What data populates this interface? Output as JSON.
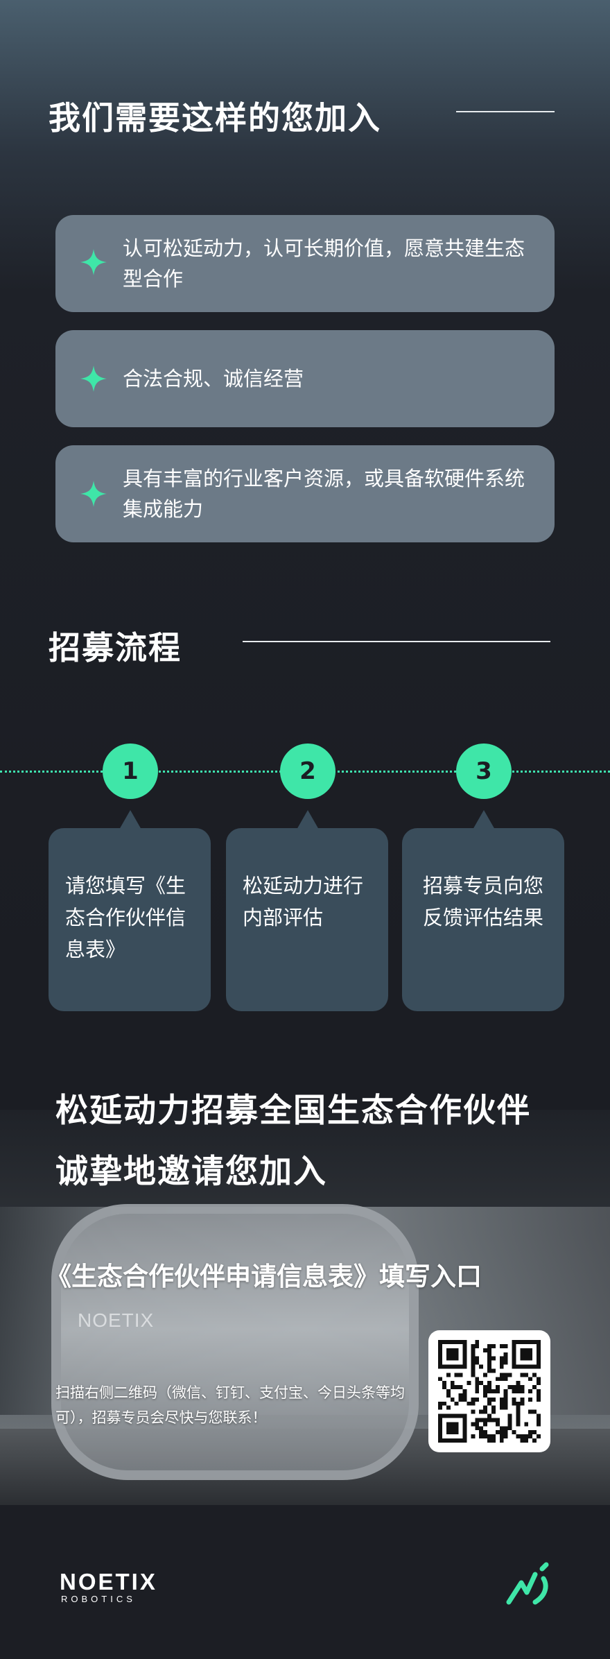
{
  "section_join": {
    "title": "我们需要这样的您加入",
    "items": [
      {
        "text": "认可松延动力，认可长期价值，愿意共建生态型合作"
      },
      {
        "text": "合法合规、诚信经营"
      },
      {
        "text": "具有丰富的行业客户资源，或具备软硬件系统集成能力"
      }
    ]
  },
  "section_process": {
    "title": "招募流程",
    "steps": [
      {
        "num": "1",
        "text": "请您填写《生态合作伙伴信息表》"
      },
      {
        "num": "2",
        "text": "松延动力进行内部评估"
      },
      {
        "num": "3",
        "text": "招募专员向您反馈评估结果"
      }
    ]
  },
  "section_invite": {
    "headline_1": "松延动力招募全国生态合作伙伴",
    "headline_2": "诚挚地邀请您加入",
    "form_title": "《生态合作伙伴申请信息表》填写入口",
    "scan_text": "扫描右侧二维码（微信、钉钉、支付宝、今日头条等均可），招募专员会尽快与您联系！",
    "background_sign": "NOETIX"
  },
  "footer": {
    "brand": "NOETIX",
    "sub": "ROBOTICS"
  },
  "colors": {
    "accent": "#3fe6a8",
    "card": "#6c7a87",
    "step_box": "#3a4d5b",
    "background": "#1c1e24"
  },
  "icons": [
    "sparkle-icon",
    "qr-code-icon",
    "noetix-logo-icon"
  ]
}
